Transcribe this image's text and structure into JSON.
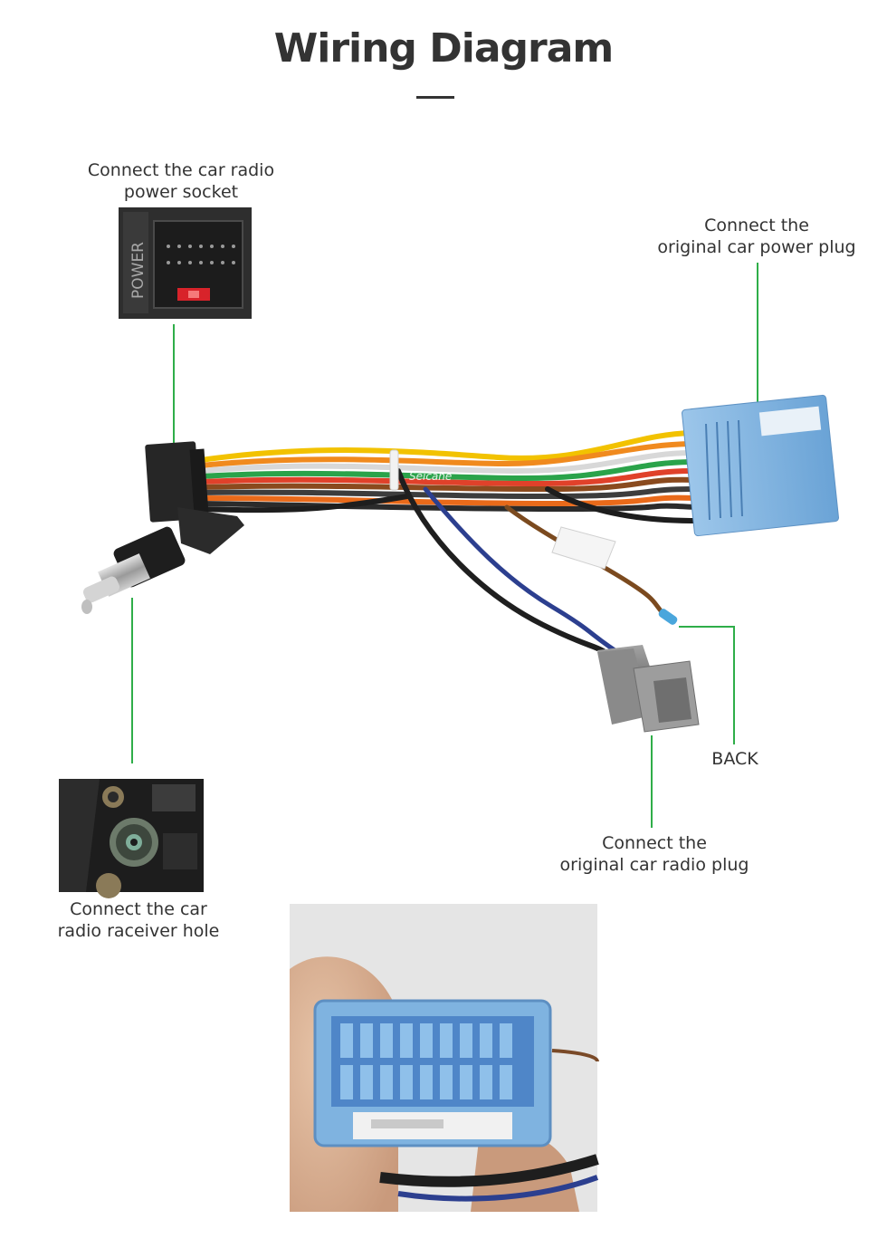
{
  "title": "Wiring Diagram",
  "labels": {
    "radio_power_socket": "Connect the car radio\npower socket",
    "original_power_plug": "Connect the\noriginal car power plug",
    "back": "BACK",
    "original_radio_plug": "Connect the\noriginal car radio plug",
    "receiver_hole": "Connect the  car\nradio raceiver hole"
  },
  "photo_text": {
    "power_socket_marking": "POWER",
    "brand": "Seicane"
  },
  "colors": {
    "leader_line": "#2fae49",
    "connector_blue": "#7fb3df",
    "connector_gray": "#8e8e8e",
    "socket_black": "#2a2a2a"
  }
}
